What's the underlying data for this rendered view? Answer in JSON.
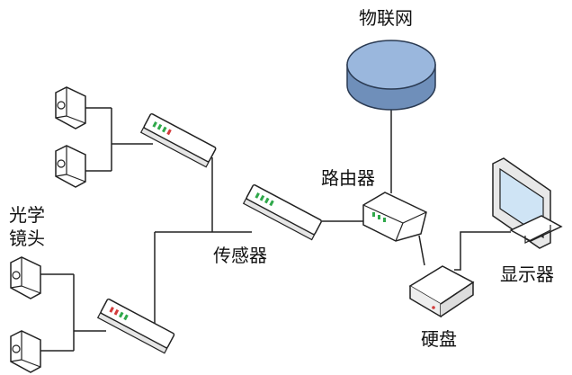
{
  "labels": {
    "cloud": "物联网",
    "router": "路由器",
    "sensor": "传感器",
    "disk": "硬盘",
    "monitor": "显示器",
    "lens": "光学\n镜头"
  },
  "colors": {
    "cloud_fill": "#9ab7dd",
    "cloud_stroke": "#2a3a52",
    "device_fill": "#ffffff",
    "device_stroke": "#222222",
    "line": "#222222",
    "led_green": "#2fa84a",
    "led_red": "#d33b3b",
    "screen": "#cfe4f5"
  }
}
